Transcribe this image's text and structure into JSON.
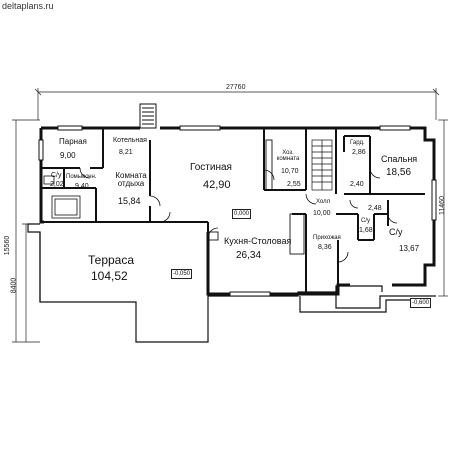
{
  "watermark": "deltaplans.ru",
  "dimensions": {
    "overall_width": "27760",
    "right_depth": "11460",
    "left_total": "15560",
    "left_lower": "8400"
  },
  "levels": {
    "floor": "0,000",
    "terrace": "-0,050",
    "ground": "-0,600"
  },
  "rooms": {
    "steam_room": {
      "name": "Парная",
      "area": "9,00"
    },
    "boiler_room": {
      "name": "Котельная",
      "area": "8,21"
    },
    "living_room": {
      "name": "Гостиная",
      "area": "42,90"
    },
    "utility_room": {
      "name": "Хоз. комната",
      "area": "10,70"
    },
    "garderobe": {
      "name": "Гард.",
      "area": "2,86"
    },
    "bedroom": {
      "name": "Спальня",
      "area": "18,56"
    },
    "wc_left": {
      "name": "С/у",
      "area": "2,02"
    },
    "wash_room": {
      "name": "Помывочн.",
      "area": "9,40"
    },
    "rest_room": {
      "name": "Комната отдыха",
      "area": "15,84"
    },
    "terrace": {
      "name": "Терраса",
      "area": "104,52"
    },
    "kitchen_dining": {
      "name": "Кухня-Столовая",
      "area": "26,34"
    },
    "hall": {
      "name": "Холл",
      "area": "10,00"
    },
    "corridor": {
      "area": "2,55"
    },
    "closet": {
      "area": "2,40"
    },
    "vestibule": {
      "area": "2,48"
    },
    "wc_small": {
      "name": "С/у",
      "area": "1,68"
    },
    "entrance": {
      "name": "Прихожая",
      "area": "8,36"
    },
    "wc_right": {
      "name": "С/у",
      "area": "13,67"
    }
  }
}
